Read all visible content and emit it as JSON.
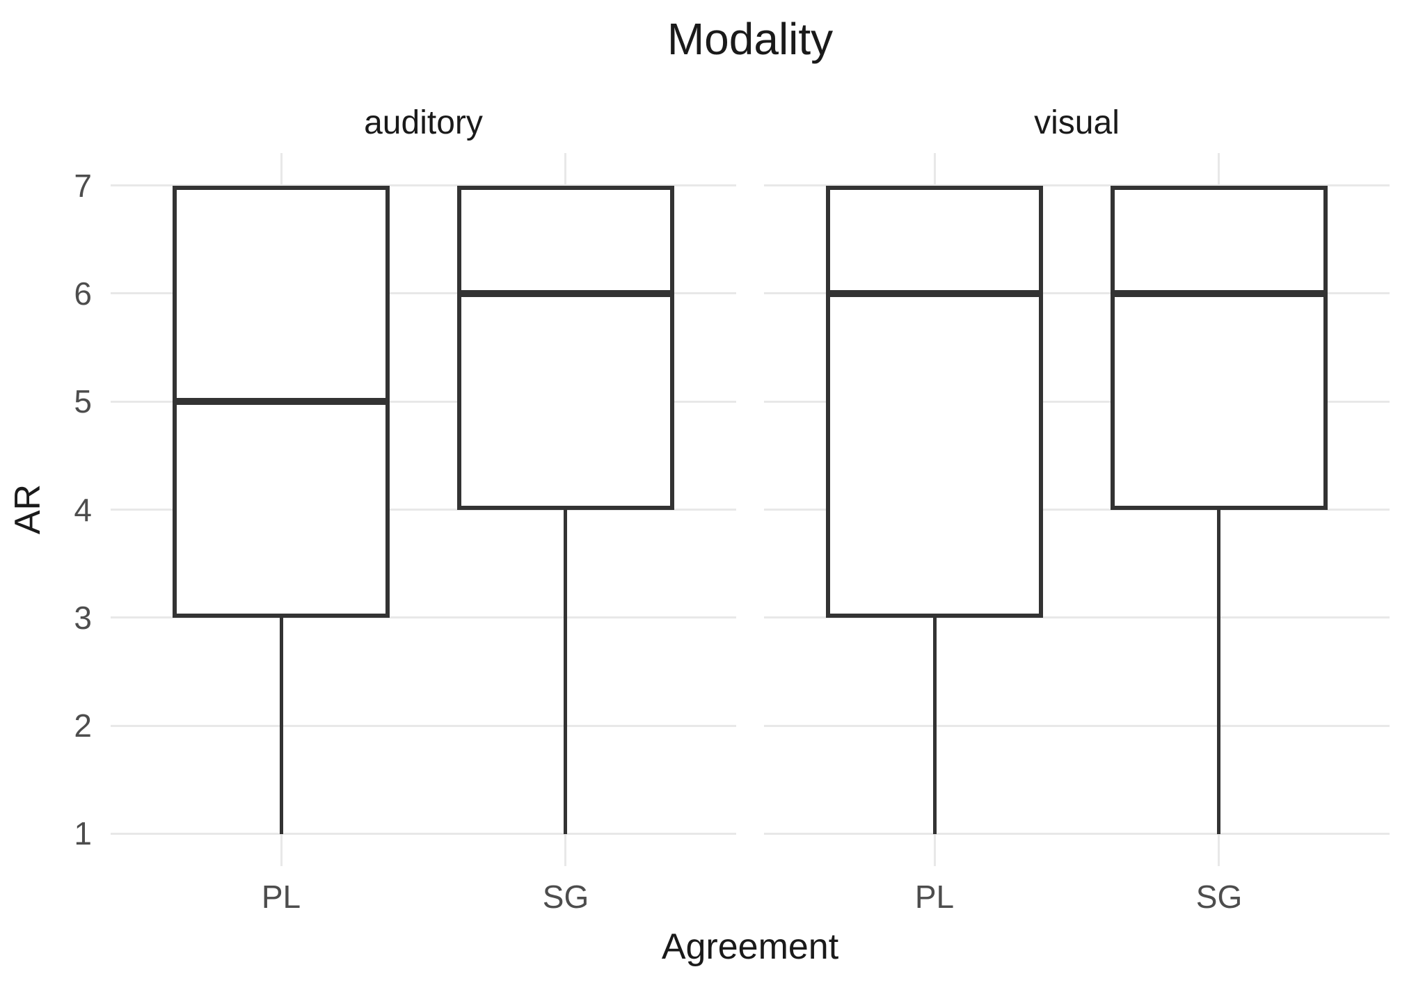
{
  "chart_data": {
    "type": "boxplot",
    "title": "Modality",
    "xlabel": "Agreement",
    "ylabel": "AR",
    "categories": [
      "PL",
      "SG"
    ],
    "y_ticks": [
      1,
      2,
      3,
      4,
      5,
      6,
      7
    ],
    "ylim": [
      0.7,
      7.3
    ],
    "legend": "none",
    "grid": "light horizontal major gridlines at each integer tick and light vertical gridlines at each category center; no minor gridlines; no axis lines; white background",
    "facets": [
      {
        "label": "auditory",
        "boxes": [
          {
            "category": "PL",
            "whisker_low": 1,
            "q1": 3,
            "median": 5,
            "q3": 7,
            "whisker_high": 7
          },
          {
            "category": "SG",
            "whisker_low": 1,
            "q1": 4,
            "median": 6,
            "q3": 7,
            "whisker_high": 7
          }
        ]
      },
      {
        "label": "visual",
        "boxes": [
          {
            "category": "PL",
            "whisker_low": 1,
            "q1": 3,
            "median": 6,
            "q3": 7,
            "whisker_high": 7
          },
          {
            "category": "SG",
            "whisker_low": 1,
            "q1": 4,
            "median": 6,
            "q3": 7,
            "whisker_high": 7
          }
        ]
      }
    ],
    "colors": {
      "box_stroke": "#333333",
      "box_fill": "#ffffff",
      "gridline": "#e8e8e8",
      "title_text": "#1a1a1a",
      "tick_text": "#4d4d4d",
      "background": "#ffffff"
    }
  }
}
